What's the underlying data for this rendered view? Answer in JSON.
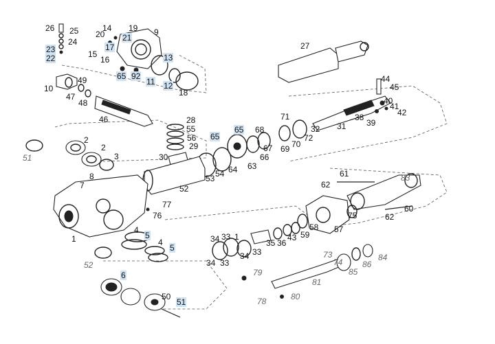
{
  "diagram": {
    "title": "",
    "labels": [
      {
        "id": "26",
        "text": "26",
        "hl": false
      },
      {
        "id": "25",
        "text": "25",
        "hl": false
      },
      {
        "id": "24",
        "text": "24",
        "hl": false
      },
      {
        "id": "23",
        "text": "23",
        "hl": true
      },
      {
        "id": "22",
        "text": "22",
        "hl": true
      },
      {
        "id": "14",
        "text": "14",
        "hl": false
      },
      {
        "id": "19",
        "text": "19",
        "hl": false
      },
      {
        "id": "20",
        "text": "20",
        "hl": false
      },
      {
        "id": "21",
        "text": "21",
        "hl": true
      },
      {
        "id": "9",
        "text": "9",
        "hl": false
      },
      {
        "id": "17",
        "text": "17",
        "hl": true
      },
      {
        "id": "15",
        "text": "15",
        "hl": false
      },
      {
        "id": "16",
        "text": "16",
        "hl": false
      },
      {
        "id": "13",
        "text": "13",
        "hl": true
      },
      {
        "id": "65a",
        "text": "65",
        "hl": true
      },
      {
        "id": "92",
        "text": "92",
        "hl": true
      },
      {
        "id": "11",
        "text": "11",
        "hl": true
      },
      {
        "id": "12",
        "text": "12",
        "hl": true
      },
      {
        "id": "18",
        "text": "18",
        "hl": false
      },
      {
        "id": "10",
        "text": "10",
        "hl": false
      },
      {
        "id": "49",
        "text": "49",
        "hl": false
      },
      {
        "id": "47",
        "text": "47",
        "hl": false
      },
      {
        "id": "48",
        "text": "48",
        "hl": false
      },
      {
        "id": "46",
        "text": "46",
        "hl": false
      },
      {
        "id": "27",
        "text": "27",
        "hl": false
      },
      {
        "id": "44",
        "text": "44",
        "hl": false
      },
      {
        "id": "45",
        "text": "45",
        "hl": false
      },
      {
        "id": "40",
        "text": "40",
        "hl": false
      },
      {
        "id": "41",
        "text": "41",
        "hl": false
      },
      {
        "id": "42",
        "text": "42",
        "hl": false
      },
      {
        "id": "38",
        "text": "38",
        "hl": false
      },
      {
        "id": "39",
        "text": "39",
        "hl": false
      },
      {
        "id": "71",
        "text": "71",
        "hl": false
      },
      {
        "id": "32",
        "text": "32",
        "hl": false
      },
      {
        "id": "31",
        "text": "31",
        "hl": false
      },
      {
        "id": "72",
        "text": "72",
        "hl": false
      },
      {
        "id": "70",
        "text": "70",
        "hl": false
      },
      {
        "id": "69",
        "text": "69",
        "hl": false
      },
      {
        "id": "68",
        "text": "68",
        "hl": false
      },
      {
        "id": "67",
        "text": "67",
        "hl": false
      },
      {
        "id": "66",
        "text": "66",
        "hl": false
      },
      {
        "id": "63",
        "text": "63",
        "hl": false
      },
      {
        "id": "65b",
        "text": "65",
        "hl": true
      },
      {
        "id": "65c",
        "text": "65",
        "hl": true
      },
      {
        "id": "64",
        "text": "64",
        "hl": false
      },
      {
        "id": "28",
        "text": "28",
        "hl": false
      },
      {
        "id": "55",
        "text": "55",
        "hl": false
      },
      {
        "id": "56",
        "text": "56",
        "hl": false
      },
      {
        "id": "29",
        "text": "29",
        "hl": false
      },
      {
        "id": "30",
        "text": "30",
        "hl": false
      },
      {
        "id": "53",
        "text": "53",
        "hl": false
      },
      {
        "id": "54",
        "text": "54",
        "hl": false
      },
      {
        "id": "52",
        "text": "52",
        "hl": false
      },
      {
        "id": "51a",
        "text": "51",
        "hl": false,
        "italic": true
      },
      {
        "id": "2a",
        "text": "2",
        "hl": false
      },
      {
        "id": "2b",
        "text": "2",
        "hl": false
      },
      {
        "id": "3",
        "text": "3",
        "hl": false
      },
      {
        "id": "8",
        "text": "8",
        "hl": false
      },
      {
        "id": "7",
        "text": "7",
        "hl": false
      },
      {
        "id": "77",
        "text": "77",
        "hl": false
      },
      {
        "id": "76",
        "text": "76",
        "hl": false
      },
      {
        "id": "1",
        "text": "1",
        "hl": false
      },
      {
        "id": "4a",
        "text": "4",
        "hl": false
      },
      {
        "id": "5a",
        "text": "5",
        "hl": true
      },
      {
        "id": "4b",
        "text": "4",
        "hl": false
      },
      {
        "id": "5b",
        "text": "5",
        "hl": true
      },
      {
        "id": "52i",
        "text": "52",
        "hl": false,
        "italic": true
      },
      {
        "id": "6",
        "text": "6",
        "hl": true
      },
      {
        "id": "50",
        "text": "50",
        "hl": false
      },
      {
        "id": "51b",
        "text": "51",
        "hl": true
      },
      {
        "id": "61",
        "text": "61",
        "hl": false
      },
      {
        "id": "62a",
        "text": "62",
        "hl": false
      },
      {
        "id": "83",
        "text": "83",
        "hl": false,
        "italic": true
      },
      {
        "id": "60",
        "text": "60",
        "hl": false
      },
      {
        "id": "62b",
        "text": "62",
        "hl": false
      },
      {
        "id": "75",
        "text": "75",
        "hl": false
      },
      {
        "id": "58",
        "text": "58",
        "hl": false
      },
      {
        "id": "57",
        "text": "57",
        "hl": false
      },
      {
        "id": "59",
        "text": "59",
        "hl": false
      },
      {
        "id": "43",
        "text": "43",
        "hl": false
      },
      {
        "id": "36",
        "text": "36",
        "hl": false
      },
      {
        "id": "35",
        "text": "35",
        "hl": false
      },
      {
        "id": "34a",
        "text": "34",
        "hl": false
      },
      {
        "id": "33a",
        "text": "33",
        "hl": false
      },
      {
        "id": "1b",
        "text": "1",
        "hl": false
      },
      {
        "id": "34b",
        "text": "34",
        "hl": false
      },
      {
        "id": "33b",
        "text": "33",
        "hl": false
      },
      {
        "id": "34c",
        "text": "34",
        "hl": false
      },
      {
        "id": "33c",
        "text": "33",
        "hl": false
      },
      {
        "id": "73",
        "text": "73",
        "hl": false,
        "italic": true
      },
      {
        "id": "74",
        "text": "74",
        "hl": false,
        "italic": true
      },
      {
        "id": "85",
        "text": "85",
        "hl": false,
        "italic": true
      },
      {
        "id": "86",
        "text": "86",
        "hl": false,
        "italic": true
      },
      {
        "id": "84",
        "text": "84",
        "hl": false,
        "italic": true
      },
      {
        "id": "79",
        "text": "79",
        "hl": false,
        "italic": true
      },
      {
        "id": "81",
        "text": "81",
        "hl": false,
        "italic": true
      },
      {
        "id": "78",
        "text": "78",
        "hl": false,
        "italic": true
      },
      {
        "id": "80",
        "text": "80",
        "hl": false,
        "italic": true
      }
    ]
  },
  "colors": {
    "highlight": "#cfe3f3",
    "ink": "#111111",
    "background": "#ffffff"
  }
}
